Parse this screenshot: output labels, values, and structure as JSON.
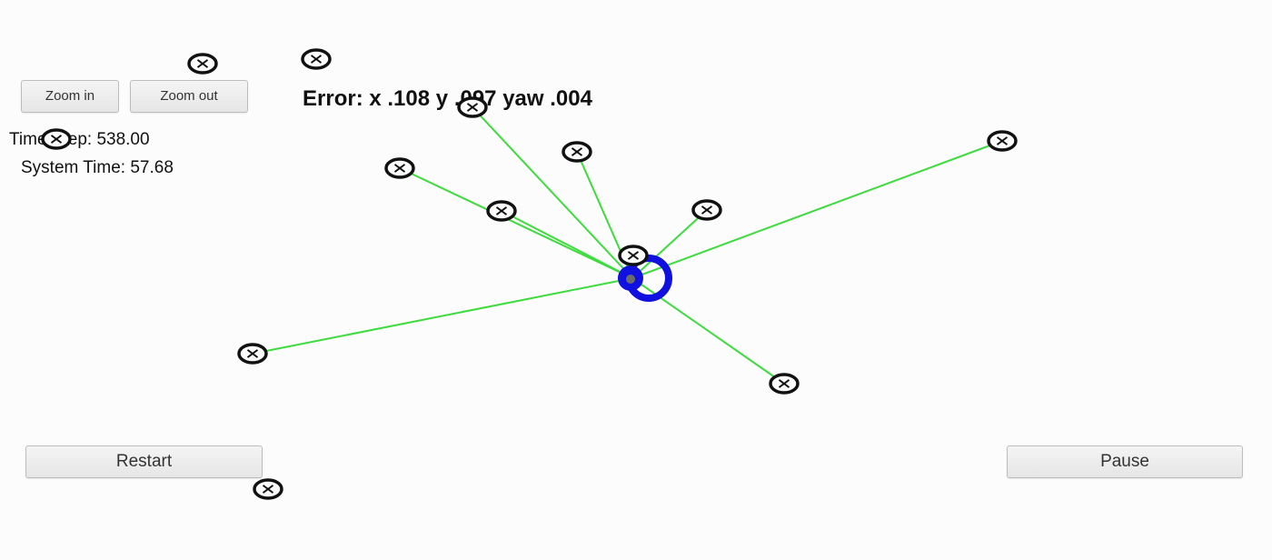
{
  "toolbar": {
    "zoom_in_label": "Zoom in",
    "zoom_out_label": "Zoom out"
  },
  "stats": {
    "time_step_label": "Time Step:",
    "time_step_value": "538.00",
    "system_time_label": "System Time:",
    "system_time_value": "57.68"
  },
  "error": {
    "prefix": "Error:",
    "x_label": "x",
    "x_value": ".108",
    "y_label": "y",
    "y_value": ".097",
    "yaw_label": "yaw",
    "yaw_value": ".004"
  },
  "controls": {
    "restart_label": "Restart",
    "pause_label": "Pause"
  },
  "colors": {
    "background": "#fdfcfd",
    "observation_line": "#3ddc3d",
    "vehicle": "#1010e0",
    "landmark": "#111111"
  },
  "icons": {
    "landmark": "landmark-x-circle-icon",
    "vehicle": "vehicle-ring-icon"
  }
}
